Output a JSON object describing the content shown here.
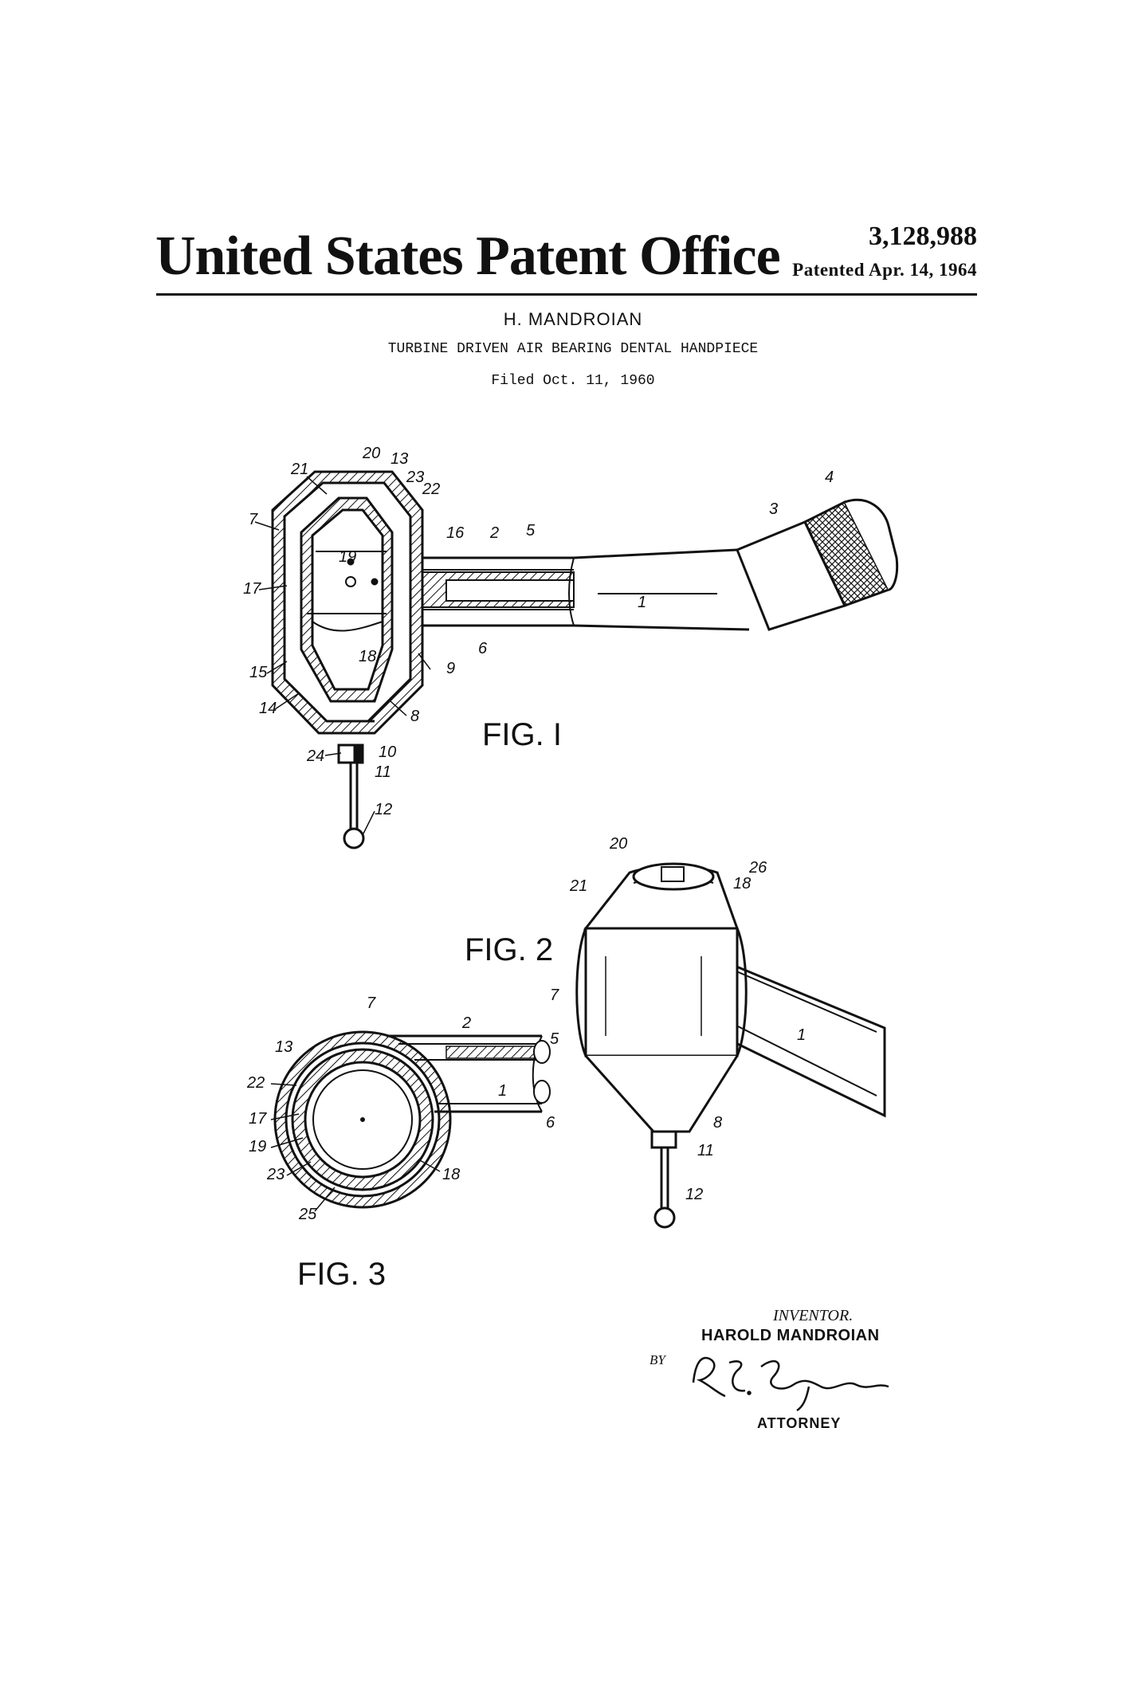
{
  "header": {
    "office": "United States Patent Office",
    "patent_number": "3,128,988",
    "patented_date": "Patented Apr. 14, 1964"
  },
  "patent": {
    "inventor": "H. MANDROIAN",
    "title": "TURBINE DRIVEN AIR BEARING DENTAL HANDPIECE",
    "filed": "Filed Oct. 11, 1960"
  },
  "figures": {
    "fig1": "FIG. I",
    "fig2": "FIG. 2",
    "fig3": "FIG. 3"
  },
  "fig1_refs": [
    "1",
    "2",
    "3",
    "4",
    "5",
    "6",
    "7",
    "8",
    "9",
    "10",
    "11",
    "12",
    "13",
    "14",
    "15",
    "16",
    "17",
    "18",
    "19",
    "20",
    "21",
    "22",
    "23",
    "24"
  ],
  "fig2_refs": [
    "1",
    "7",
    "8",
    "11",
    "12",
    "18",
    "20",
    "21",
    "26"
  ],
  "fig3_refs": [
    "1",
    "2",
    "5",
    "6",
    "7",
    "13",
    "17",
    "18",
    "19",
    "22",
    "23",
    "25"
  ],
  "signature_block": {
    "inventor_label": "INVENTOR.",
    "inventor_name": "HAROLD MANDROIAN",
    "by": "BY",
    "signature": "R.E. Geauque",
    "attorney": "ATTORNEY"
  }
}
